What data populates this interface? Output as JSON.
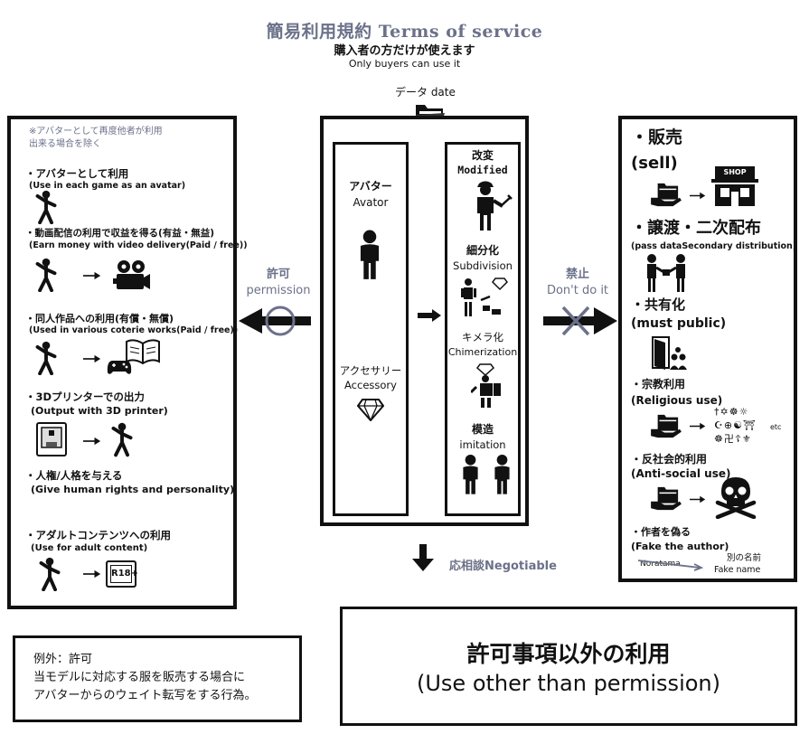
{
  "header": {
    "title": "簡易利用規約 Terms of service",
    "subtitle_jp": "購入者の方だけが使えます",
    "subtitle_en": "Only buyers can use it"
  },
  "data_label": "データ date",
  "left": {
    "note_line1": "※アバターとして再度他者が利用",
    "note_line2": "出来る場合を除く",
    "items": [
      {
        "jp": "・アバターとして利用",
        "en": "(Use in each game as an avatar)"
      },
      {
        "jp": "・動画配信の利用で収益を得る(有益・無益)",
        "en": "(Earn money with video delivery(Paid / free))"
      },
      {
        "jp": "・同人作品への利用(有償・無償)",
        "en": "(Used in various coterie works(Paid / free))"
      },
      {
        "jp": "・3Dプリンターでの出力",
        "en": "(Output with 3D printer)"
      },
      {
        "jp": "・人権/人格を与える",
        "en": "(Give human rights and personality)"
      },
      {
        "jp": "・アダルトコンテンツへの利用",
        "en": "(Use for adult content)"
      }
    ],
    "r18_label": "R18+"
  },
  "permission": {
    "jp": "許可",
    "en": "permission"
  },
  "prohibit": {
    "jp": "禁止",
    "en": "Don't do it"
  },
  "center": {
    "avatar_jp": "アバター",
    "avatar_en": "Avator",
    "accessory_jp": "アクセサリー",
    "accessory_en": "Accessory",
    "modified_jp": "改変",
    "modified_en": "Modified",
    "subdivision_jp": "細分化",
    "subdivision_en": "Subdivision",
    "chimera_jp": "キメラ化",
    "chimera_en": "Chimerization",
    "imitation_jp": "模造",
    "imitation_en": "imitation"
  },
  "negotiable": "応相談Negotiable",
  "right": {
    "sell_jp": "・販売",
    "sell_en": "(sell)",
    "shop_label": "SHOP",
    "transfer_jp": "・譲渡・二次配布",
    "transfer_en": "(pass dataSecondary distribution)",
    "share_jp": "・共有化",
    "share_en": "(must public)",
    "religious_jp": "・宗教利用",
    "religious_en": "(Religious use)",
    "religious_etc": "etc",
    "antisocial_jp": "・反社会的利用",
    "antisocial_en": "(Anti-social use)",
    "fake_jp": "・作者を偽る",
    "fake_en": "(Fake the author)",
    "fake_struck": "Noratama",
    "fake_name_jp": "別の名前",
    "fake_name_en": "Fake name"
  },
  "exception": {
    "line1": "例外：許可",
    "line2": "当モデルに対応する服を販売する場合に",
    "line3": "アバターからのウェイト転写をする行為。"
  },
  "other_use": {
    "jp": "許可事項以外の利用",
    "en": "(Use other than permission)"
  }
}
